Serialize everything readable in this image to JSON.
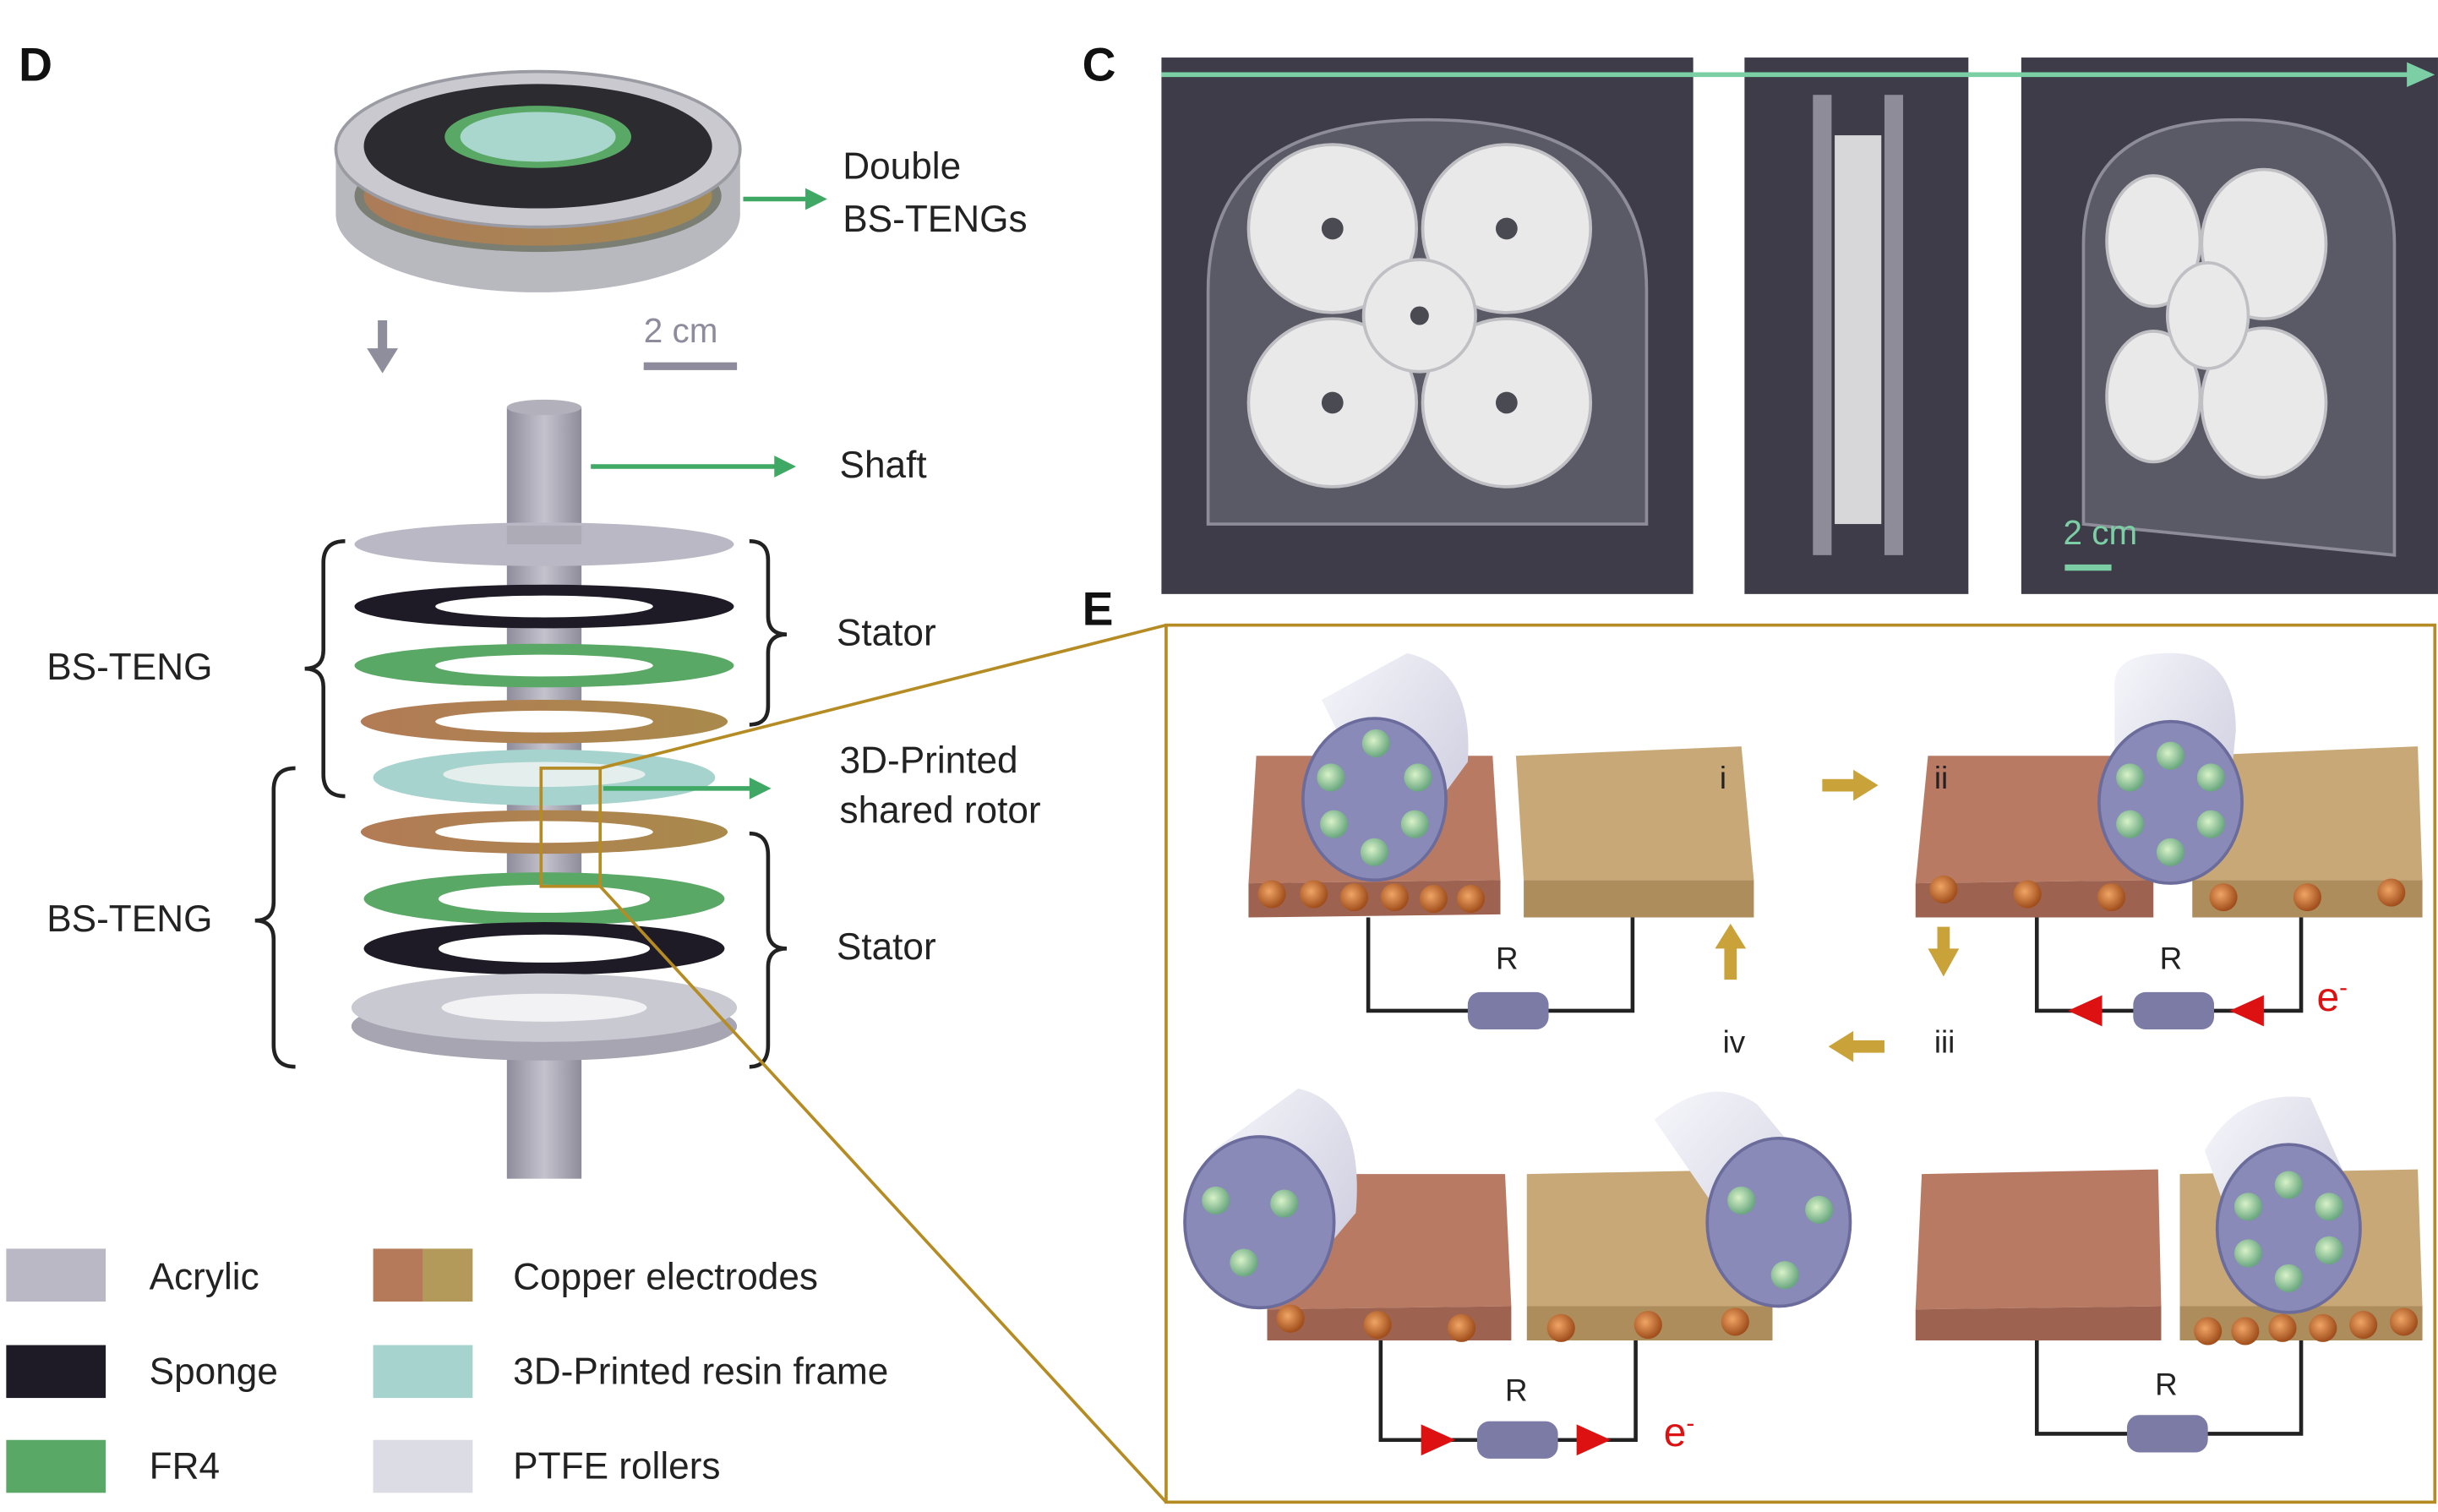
{
  "panels": {
    "d": "D",
    "c": "C",
    "e": "E"
  },
  "labels": {
    "double": "Double",
    "bstengs": "BS-TENGs",
    "scale_d": "2 cm",
    "shaft": "Shaft",
    "stator_top": "Stator",
    "stator_bottom": "Stator",
    "bsteng_top": "BS-TENG",
    "bsteng_bottom": "BS-TENG",
    "rotor_line1": "3D-Printed",
    "rotor_line2": "shared rotor",
    "scale_c": "2 cm"
  },
  "legend": [
    {
      "label": "Acrylic",
      "color": "#b9b8c4"
    },
    {
      "label": "Sponge",
      "color": "#1e1b26"
    },
    {
      "label": "FR4",
      "color": "#5aa865"
    },
    {
      "label": "Copper electrodes",
      "colors": [
        "#b57a5a",
        "#b49a5a"
      ]
    },
    {
      "label": "3D-Printed resin frame",
      "color": "#a6d3cd"
    },
    {
      "label": "PTFE rollers",
      "color": "#dcdce4"
    }
  ],
  "panel_e": {
    "stages": [
      "i",
      "ii",
      "iii",
      "iv"
    ],
    "resistor": "R",
    "electron_base": "e",
    "electron_sup": "-",
    "charge_pos": "+",
    "charge_neg": "−"
  },
  "colors": {
    "accent_green": "#3fa864",
    "frame_gold": "#b58c24",
    "arrow_gold": "#c9a23a",
    "photo_bg": "#3d3c48",
    "electron_red": "#d11"
  }
}
